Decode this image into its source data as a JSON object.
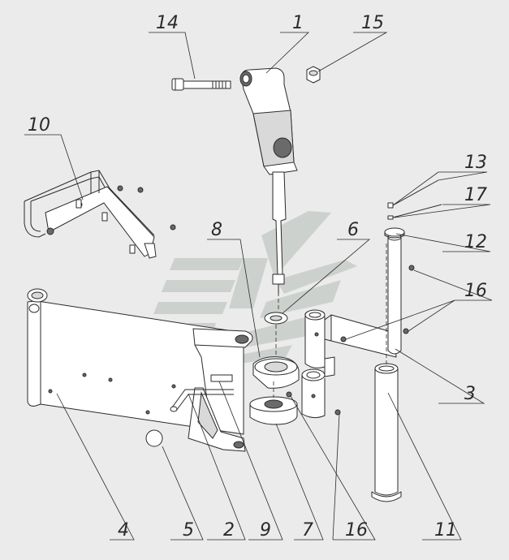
{
  "callouts": [
    {
      "id": "c1",
      "label": "1"
    },
    {
      "id": "c2",
      "label": "2"
    },
    {
      "id": "c3",
      "label": "3"
    },
    {
      "id": "c4",
      "label": "4"
    },
    {
      "id": "c5",
      "label": "5"
    },
    {
      "id": "c6",
      "label": "6"
    },
    {
      "id": "c7",
      "label": "7"
    },
    {
      "id": "c8",
      "label": "8"
    },
    {
      "id": "c9",
      "label": "9"
    },
    {
      "id": "c10",
      "label": "10"
    },
    {
      "id": "c11",
      "label": "11"
    },
    {
      "id": "c12",
      "label": "12"
    },
    {
      "id": "c13",
      "label": "13"
    },
    {
      "id": "c14",
      "label": "14"
    },
    {
      "id": "c15",
      "label": "15"
    },
    {
      "id": "c16a",
      "label": "16"
    },
    {
      "id": "c16b",
      "label": "16"
    },
    {
      "id": "c17",
      "label": "17"
    }
  ]
}
